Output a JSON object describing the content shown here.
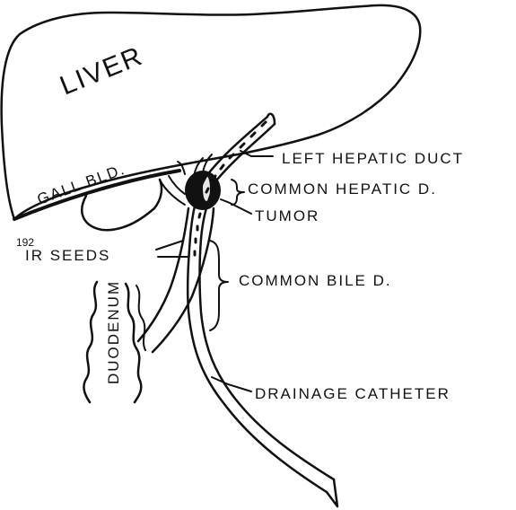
{
  "labels": {
    "liver": "LIVER",
    "gallbladder": "GALL BLD.",
    "left_hepatic_duct": "LEFT HEPATIC DUCT",
    "common_hepatic_duct": "COMMON HEPATIC D.",
    "tumor": "TUMOR",
    "isotope_mass_number": "192",
    "isotope_seeds": "IR SEEDS",
    "common_bile_duct": "COMMON BILE D.",
    "duodenum": "DUODENUM",
    "drainage_catheter": "DRAINAGE CATHETER"
  },
  "colors": {
    "ink": "#111111",
    "background": "#ffffff"
  }
}
